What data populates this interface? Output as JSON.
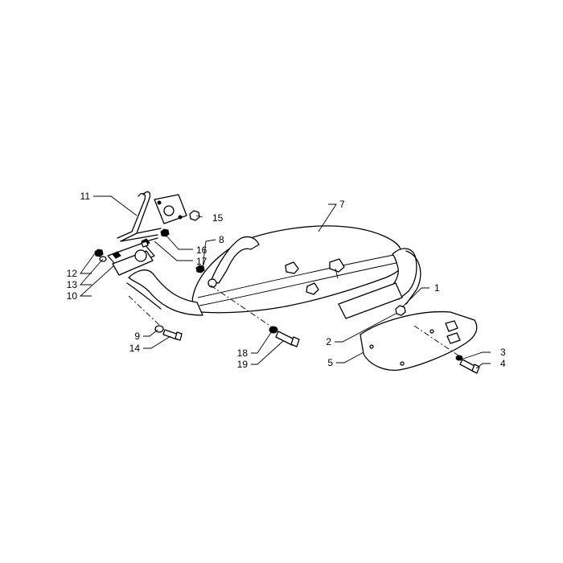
{
  "diagram": {
    "labels": {
      "p1": "1",
      "p2": "2",
      "p3": "3",
      "p4": "4",
      "p5": "5",
      "p7": "7",
      "p8": "8",
      "p9": "9",
      "p10": "10",
      "p11": "11",
      "p12": "12",
      "p13": "13",
      "p14": "14",
      "p15": "15",
      "p16": "16",
      "p17": "17",
      "p18": "18",
      "p19": "19"
    }
  }
}
